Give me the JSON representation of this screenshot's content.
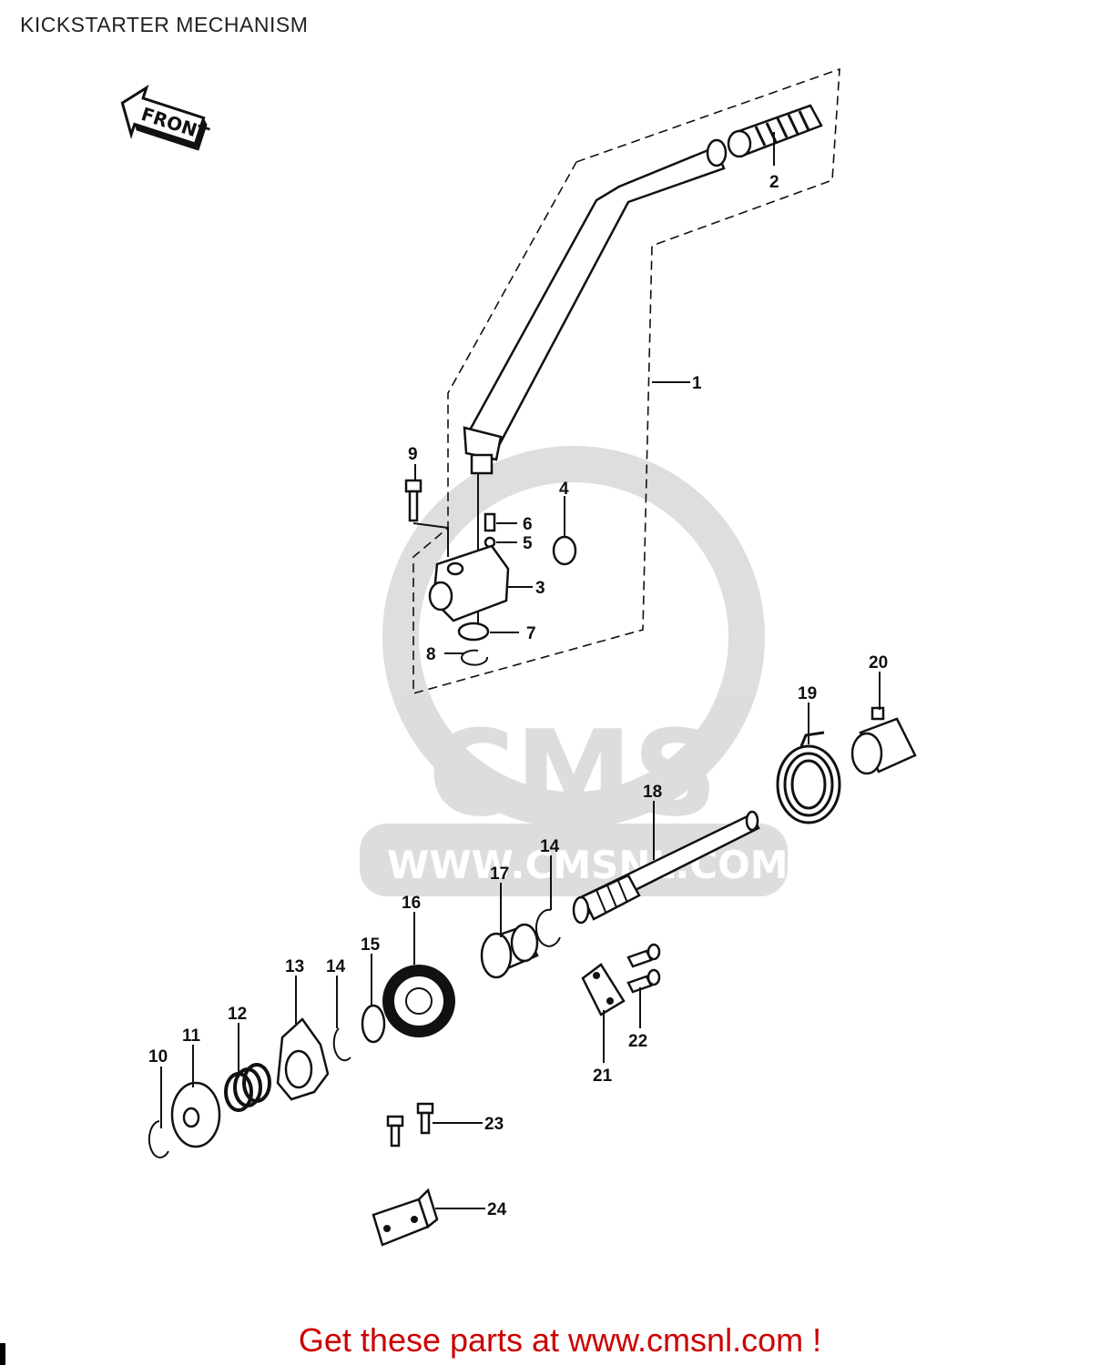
{
  "title": "KICKSTARTER MECHANISM",
  "front_arrow_label": "FRONT",
  "watermark": {
    "logo_text": "CMS",
    "url_text": "WWW.CMSNL.COM"
  },
  "callouts": [
    {
      "id": "1",
      "label": "1"
    },
    {
      "id": "2",
      "label": "2"
    },
    {
      "id": "3",
      "label": "3"
    },
    {
      "id": "4",
      "label": "4"
    },
    {
      "id": "5",
      "label": "5"
    },
    {
      "id": "6",
      "label": "6"
    },
    {
      "id": "7",
      "label": "7"
    },
    {
      "id": "8",
      "label": "8"
    },
    {
      "id": "9",
      "label": "9"
    },
    {
      "id": "10",
      "label": "10"
    },
    {
      "id": "11",
      "label": "11"
    },
    {
      "id": "12",
      "label": "12"
    },
    {
      "id": "13",
      "label": "13"
    },
    {
      "id": "14a",
      "label": "14"
    },
    {
      "id": "14b",
      "label": "14"
    },
    {
      "id": "15",
      "label": "15"
    },
    {
      "id": "16",
      "label": "16"
    },
    {
      "id": "17",
      "label": "17"
    },
    {
      "id": "18",
      "label": "18"
    },
    {
      "id": "19",
      "label": "19"
    },
    {
      "id": "20",
      "label": "20"
    },
    {
      "id": "21",
      "label": "21"
    },
    {
      "id": "22",
      "label": "22"
    },
    {
      "id": "23",
      "label": "23"
    },
    {
      "id": "24",
      "label": "24"
    }
  ],
  "footer": {
    "cta_text": "Get these parts at www.cmsnl.com !",
    "cta_color": "#cc0000"
  }
}
